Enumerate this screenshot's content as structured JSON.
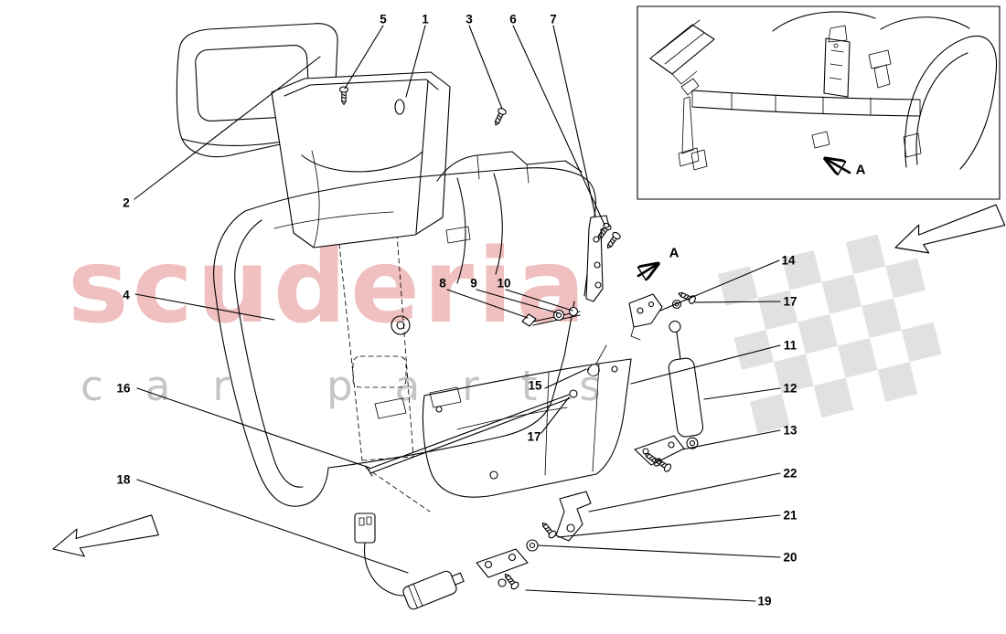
{
  "watermark": {
    "brand": "scuderia",
    "subtitle": "car parts",
    "brand_color": "#d03e3e",
    "subtitle_color": "#969696"
  },
  "diagram": {
    "type": "exploded-parts-diagram",
    "subject": "glove box / storage compartment assembly with location inset",
    "section_label": "A",
    "inset_label": "A",
    "callouts": [
      {
        "label": "5"
      },
      {
        "label": "1"
      },
      {
        "label": "3"
      },
      {
        "label": "6"
      },
      {
        "label": "7"
      },
      {
        "label": "2"
      },
      {
        "label": "4"
      },
      {
        "label": "16"
      },
      {
        "label": "18"
      },
      {
        "label": "8"
      },
      {
        "label": "9"
      },
      {
        "label": "10"
      },
      {
        "label": "15"
      },
      {
        "label": "17"
      },
      {
        "label": "14"
      },
      {
        "label": "17"
      },
      {
        "label": "11"
      },
      {
        "label": "12"
      },
      {
        "label": "13"
      },
      {
        "label": "22"
      },
      {
        "label": "21"
      },
      {
        "label": "20"
      },
      {
        "label": "19"
      }
    ]
  }
}
